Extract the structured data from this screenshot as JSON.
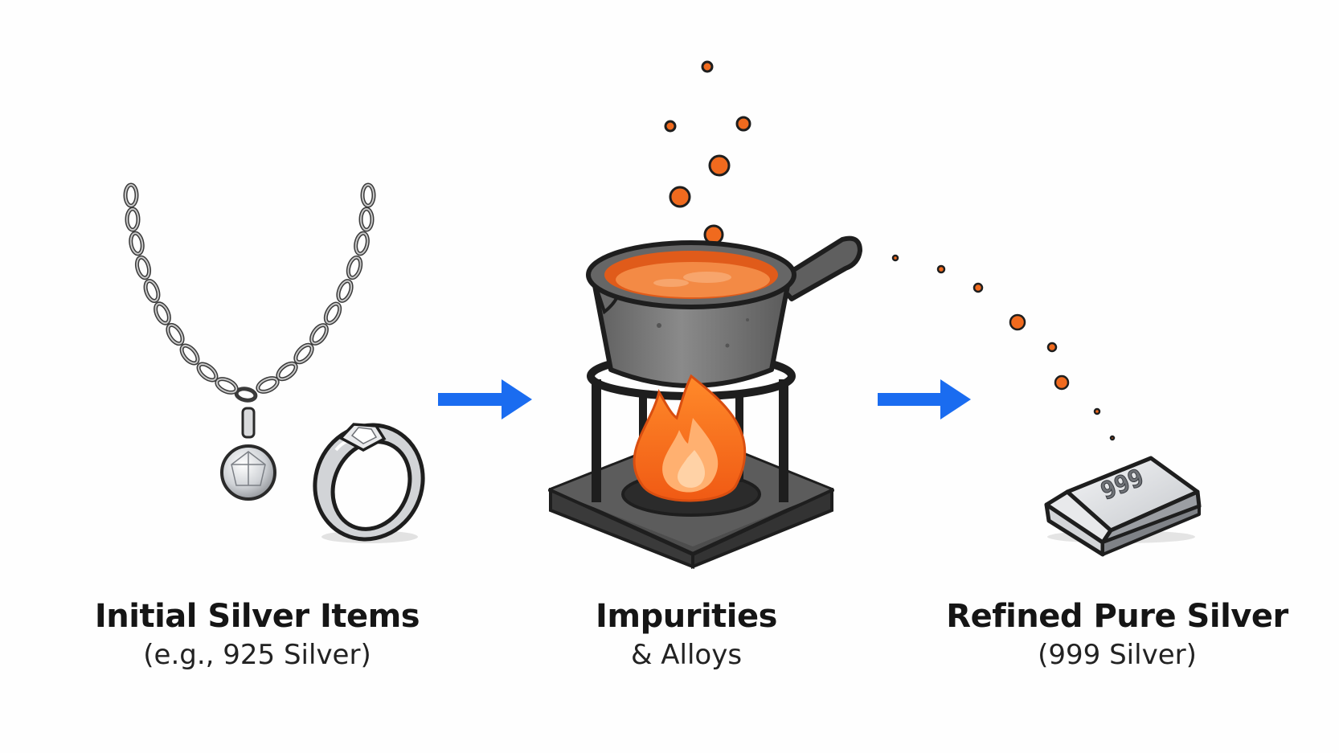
{
  "stages": [
    {
      "title": "Initial Silver Items",
      "subtitle": "(e.g., 925 Silver)",
      "icons": [
        "silver-necklace-icon",
        "silver-ring-icon"
      ]
    },
    {
      "title": "Impurities",
      "subtitle": "& Alloys",
      "icons": [
        "melting-pot-icon",
        "flame-icon",
        "burner-stand-icon"
      ]
    },
    {
      "title": "Refined Pure Silver",
      "subtitle": "(999 Silver)",
      "icons": [
        "silver-bar-icon"
      ]
    }
  ],
  "bar_stamp": "999",
  "colors": {
    "arrow": "#1a6cf0",
    "droplet": "#f06a1e",
    "molten": "#f27c2c",
    "iron": "#707070",
    "silver": "#c9cbce",
    "outline": "#1e1e1e"
  }
}
